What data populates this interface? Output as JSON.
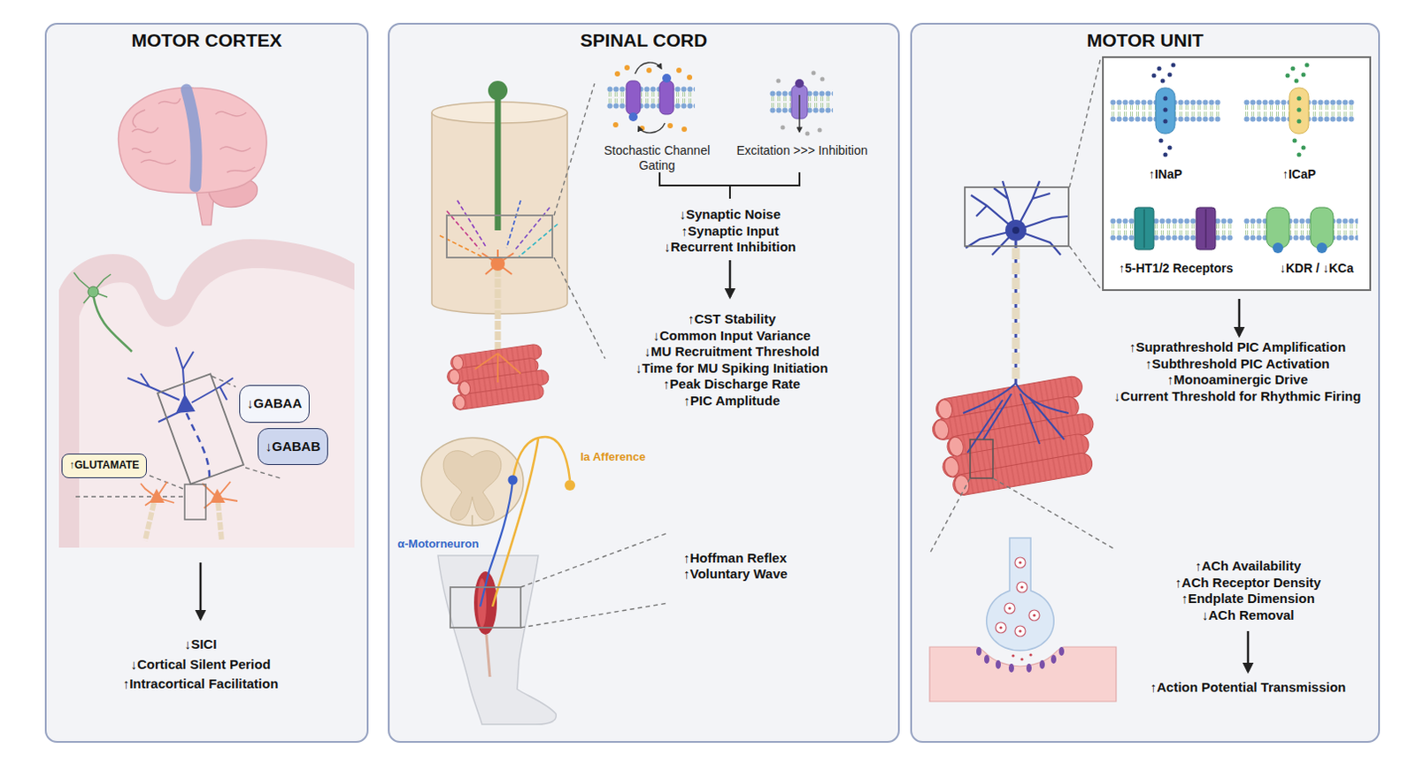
{
  "diagram": {
    "nodes": [
      {
        "text": [
          "MOTOR CORTEX"
        ]
      },
      {
        "text": [
          "↓GABAA"
        ],
        "in": 0
      },
      {
        "text": [
          "↓GABAB"
        ],
        "in": 0
      },
      {
        "text": [
          "↑GLUTAMATE"
        ],
        "in": 0
      },
      {
        "text": [
          "SPINAL CORD"
        ]
      },
      {
        "text": [
          "MOTOR UNIT"
        ]
      },
      {
        "text": [
          "↑INaP",
          "↑ICaP",
          "↑5-HT1/2 Receptors",
          "↓KDR / ↓KCa"
        ],
        "in": 5
      }
    ],
    "labels": [
      "↓SICI",
      "↓Cortical Silent Period",
      "↑Intracortical Facilitation",
      "Stochastic Channel Gating",
      "Excitation >>> Inhibition",
      "↓Synaptic Noise",
      "↑Synaptic Input",
      "↓Recurrent Inhibition",
      "↑CST Stability",
      "↓Common Input Variance",
      "↓MU Recruitment Threshold",
      "↓Time for MU Spiking Initiation",
      "↑Peak Discharge Rate",
      "↑PIC Amplitude",
      "Ia Afference",
      "α-Motorneuron",
      "↑Hoffman Reflex",
      "↑Voluntary Wave",
      "↑Suprathreshold PIC Amplification",
      "↑Subthreshold PIC Activation",
      "↑Monoaminergic Drive",
      "↓Current Threshold for Rhythmic Firing",
      "↑ACh Availability",
      "↑ACh Receptor Density",
      "↑Endplate Dimension",
      "↓ACh Removal",
      "↑Action Potential Transmission"
    ]
  }
}
